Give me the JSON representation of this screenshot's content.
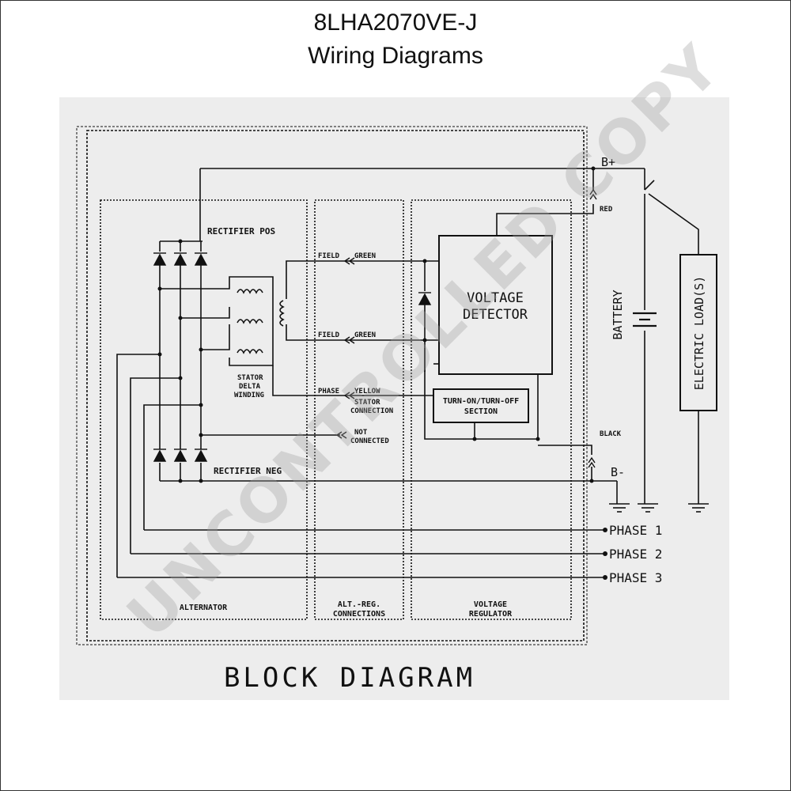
{
  "header": {
    "model": "8LHA2070VE-J",
    "subtitle": "Wiring Diagrams"
  },
  "watermark": "UNCONTROLLED COPY",
  "diagram": {
    "caption": "BLOCK DIAGRAM",
    "sections": {
      "alternator": "ALTERNATOR",
      "alt_reg_line1": "ALT.-REG.",
      "alt_reg_line2": "CONNECTIONS",
      "regulator_line1": "VOLTAGE",
      "regulator_line2": "REGULATOR"
    },
    "labels": {
      "rectifier_pos": "RECTIFIER POS",
      "rectifier_neg": "RECTIFIER NEG",
      "stator1": "STATOR",
      "stator2": "DELTA",
      "stator3": "WINDING",
      "field1": "FIELD",
      "green1": "GREEN",
      "field2": "FIELD",
      "green2": "GREEN",
      "phase": "PHASE",
      "yellow": "YELLOW",
      "stator_conn1": "STATOR",
      "stator_conn2": "CONNECTION",
      "not_conn1": "NOT",
      "not_conn2": "CONNECTED",
      "voltage_detector1": "VOLTAGE",
      "voltage_detector2": "DETECTOR",
      "turn_on1": "TURN-ON/TURN-OFF",
      "turn_on2": "SECTION",
      "red": "RED",
      "black": "BLACK",
      "b_plus": "B+",
      "b_minus": "B-",
      "battery": "BATTERY",
      "electric_loads": "ELECTRIC LOAD(S)",
      "phase1": "PHASE 1",
      "phase2": "PHASE 2",
      "phase3": "PHASE 3"
    }
  },
  "colors": {
    "line": "#111111",
    "paper": "#ededed"
  }
}
